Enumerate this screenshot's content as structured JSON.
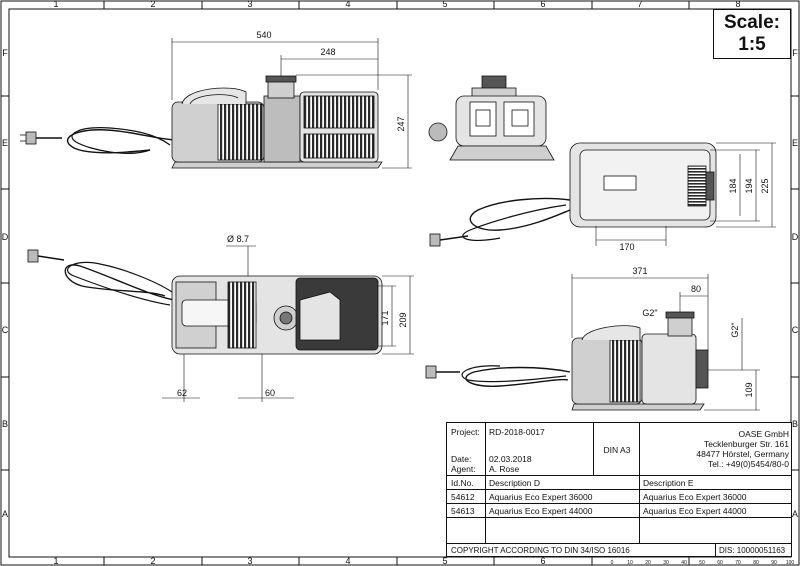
{
  "frame": {
    "columns": [
      "1",
      "2",
      "3",
      "4",
      "5",
      "6",
      "7",
      "8"
    ],
    "rows": [
      "F",
      "E",
      "D",
      "C",
      "B",
      "A"
    ]
  },
  "scale": {
    "label": "Scale:",
    "value": "1:5"
  },
  "dimensions": {
    "top_view_length": "540",
    "top_view_outlet": "248",
    "top_view_height": "247",
    "plan_diameter": "Ø 8.7",
    "plan_width_outer": "209",
    "plan_width_inner": "171",
    "plan_foot_left": "62",
    "plan_foot_right": "60",
    "side_width_184": "184",
    "side_width_194": "194",
    "side_width_225": "225",
    "side_depth_170": "170",
    "lower_length": "371",
    "lower_outlet": "80",
    "lower_thread_top": "G2\"",
    "lower_thread_side": "G2\"",
    "lower_height": "109"
  },
  "title_block": {
    "project_label": "Project:",
    "project_value": "RD-2018-0017",
    "date_label": "Date:",
    "date_value": "02.03.2018",
    "agent_label": "Agent:",
    "agent_value": "A. Rose",
    "format": "DIN A3",
    "company_name": "OASE GmbH",
    "company_street": "Tecklenburger Str. 161",
    "company_city": "48477 Hörstel, Germany",
    "company_tel": "Tel.: +49(0)5454/80-0",
    "col_id": "Id.No.",
    "col_desc_d": "Description D",
    "col_desc_e": "Description E",
    "rows": [
      {
        "id": "54612",
        "desc_d": "Aquarius Eco Expert 36000",
        "desc_e": "Aquarius Eco Expert 36000"
      },
      {
        "id": "54613",
        "desc_d": "Aquarius Eco Expert 44000",
        "desc_e": "Aquarius Eco Expert 44000"
      }
    ],
    "copyright": "COPYRIGHT ACCORDING TO DIN 34/ISO 16016",
    "dis": "DIS: 10000051163"
  },
  "ruler_labels": [
    "0",
    "10",
    "20",
    "30",
    "40",
    "50",
    "60",
    "70",
    "80",
    "90",
    "100"
  ],
  "colors": {
    "line": "#111111",
    "fill_light": "#d9d9d9",
    "fill_dark": "#3a3a3a"
  }
}
